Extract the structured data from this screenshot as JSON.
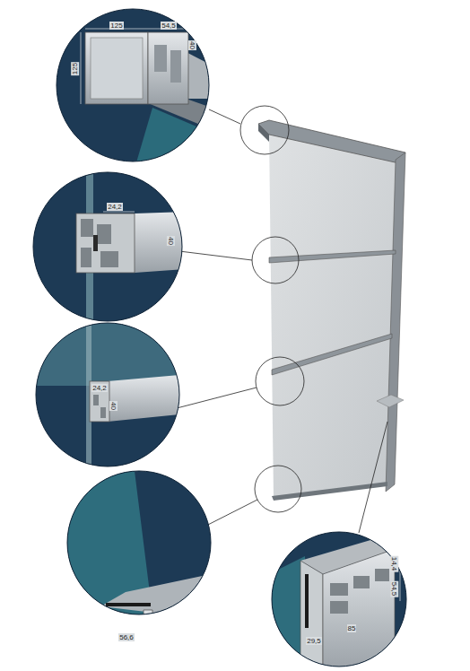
{
  "diagram": {
    "labels": [
      "125",
      "54,5",
      "125",
      "40",
      "24,2",
      "40",
      "24,2",
      "40",
      "56,6",
      "14,4",
      "54,5",
      "85",
      "29,5"
    ]
  }
}
